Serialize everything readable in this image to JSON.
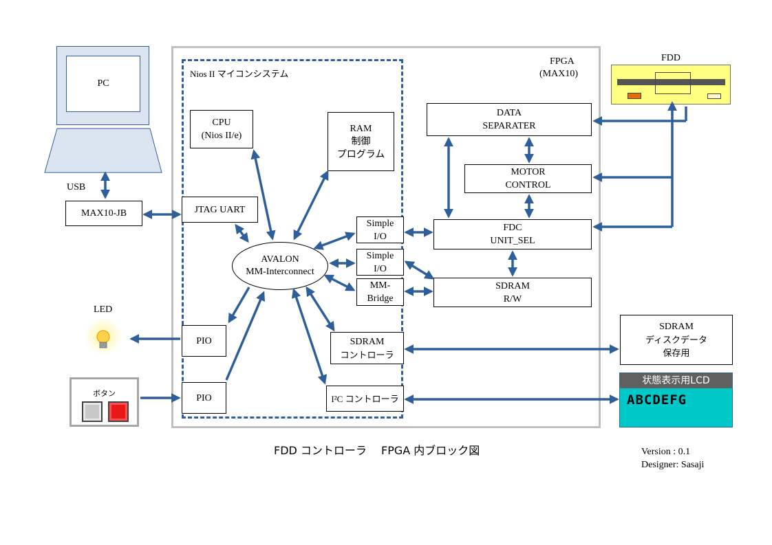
{
  "fpga": {
    "title_line1": "FPGA",
    "title_line2": "(MAX10)"
  },
  "nios": {
    "title": "Nios II  マイコンシステム"
  },
  "blocks": {
    "cpu": [
      "CPU",
      "(Nios II/e)"
    ],
    "ram": [
      "RAM",
      "制御",
      "プログラム"
    ],
    "jtag": [
      "JTAG UART"
    ],
    "avalon": [
      "AVALON",
      "MM-Interconnect"
    ],
    "simple_io_1": [
      "Simple",
      "I/O"
    ],
    "simple_io_2": [
      "Simple",
      "I/O"
    ],
    "mm_bridge": [
      "MM-",
      "Bridge"
    ],
    "pio_led": [
      "PIO"
    ],
    "pio_button": [
      "PIO"
    ],
    "sdram_ctrl": [
      "SDRAM",
      "コントローラ"
    ],
    "i2c_ctrl": [
      "I²C コントローラ"
    ],
    "data_separater": [
      "DATA",
      "SEPARATER"
    ],
    "motor_control": [
      "MOTOR",
      "CONTROL"
    ],
    "fdc": [
      "FDC",
      "UNIT_SEL"
    ],
    "sdram_rw": [
      "SDRAM",
      "R/W"
    ],
    "max10_jb": [
      "MAX10-JB"
    ],
    "sdram_disk": [
      "SDRAM",
      "ディスクデータ",
      "保存用"
    ]
  },
  "external": {
    "pc_label": "PC",
    "usb_label": "USB",
    "led_label": "LED",
    "fdd_label": "FDD",
    "button_panel_label": "ボタン",
    "lcd_title": "状態表示用LCD",
    "lcd_text": "ABCDEFG"
  },
  "caption": "FDD コントローラ　 FPGA 内ブロック図",
  "version": {
    "version_line": "Version : 0.1",
    "designer_line": "Designer: Sasaji"
  },
  "colors": {
    "arrow": "#2f5f9a",
    "fpga_frame": "#bfbfbf",
    "fdd_body": "#ffff80",
    "lcd_screen": "#00c8c8",
    "lcd_header": "#606060"
  }
}
